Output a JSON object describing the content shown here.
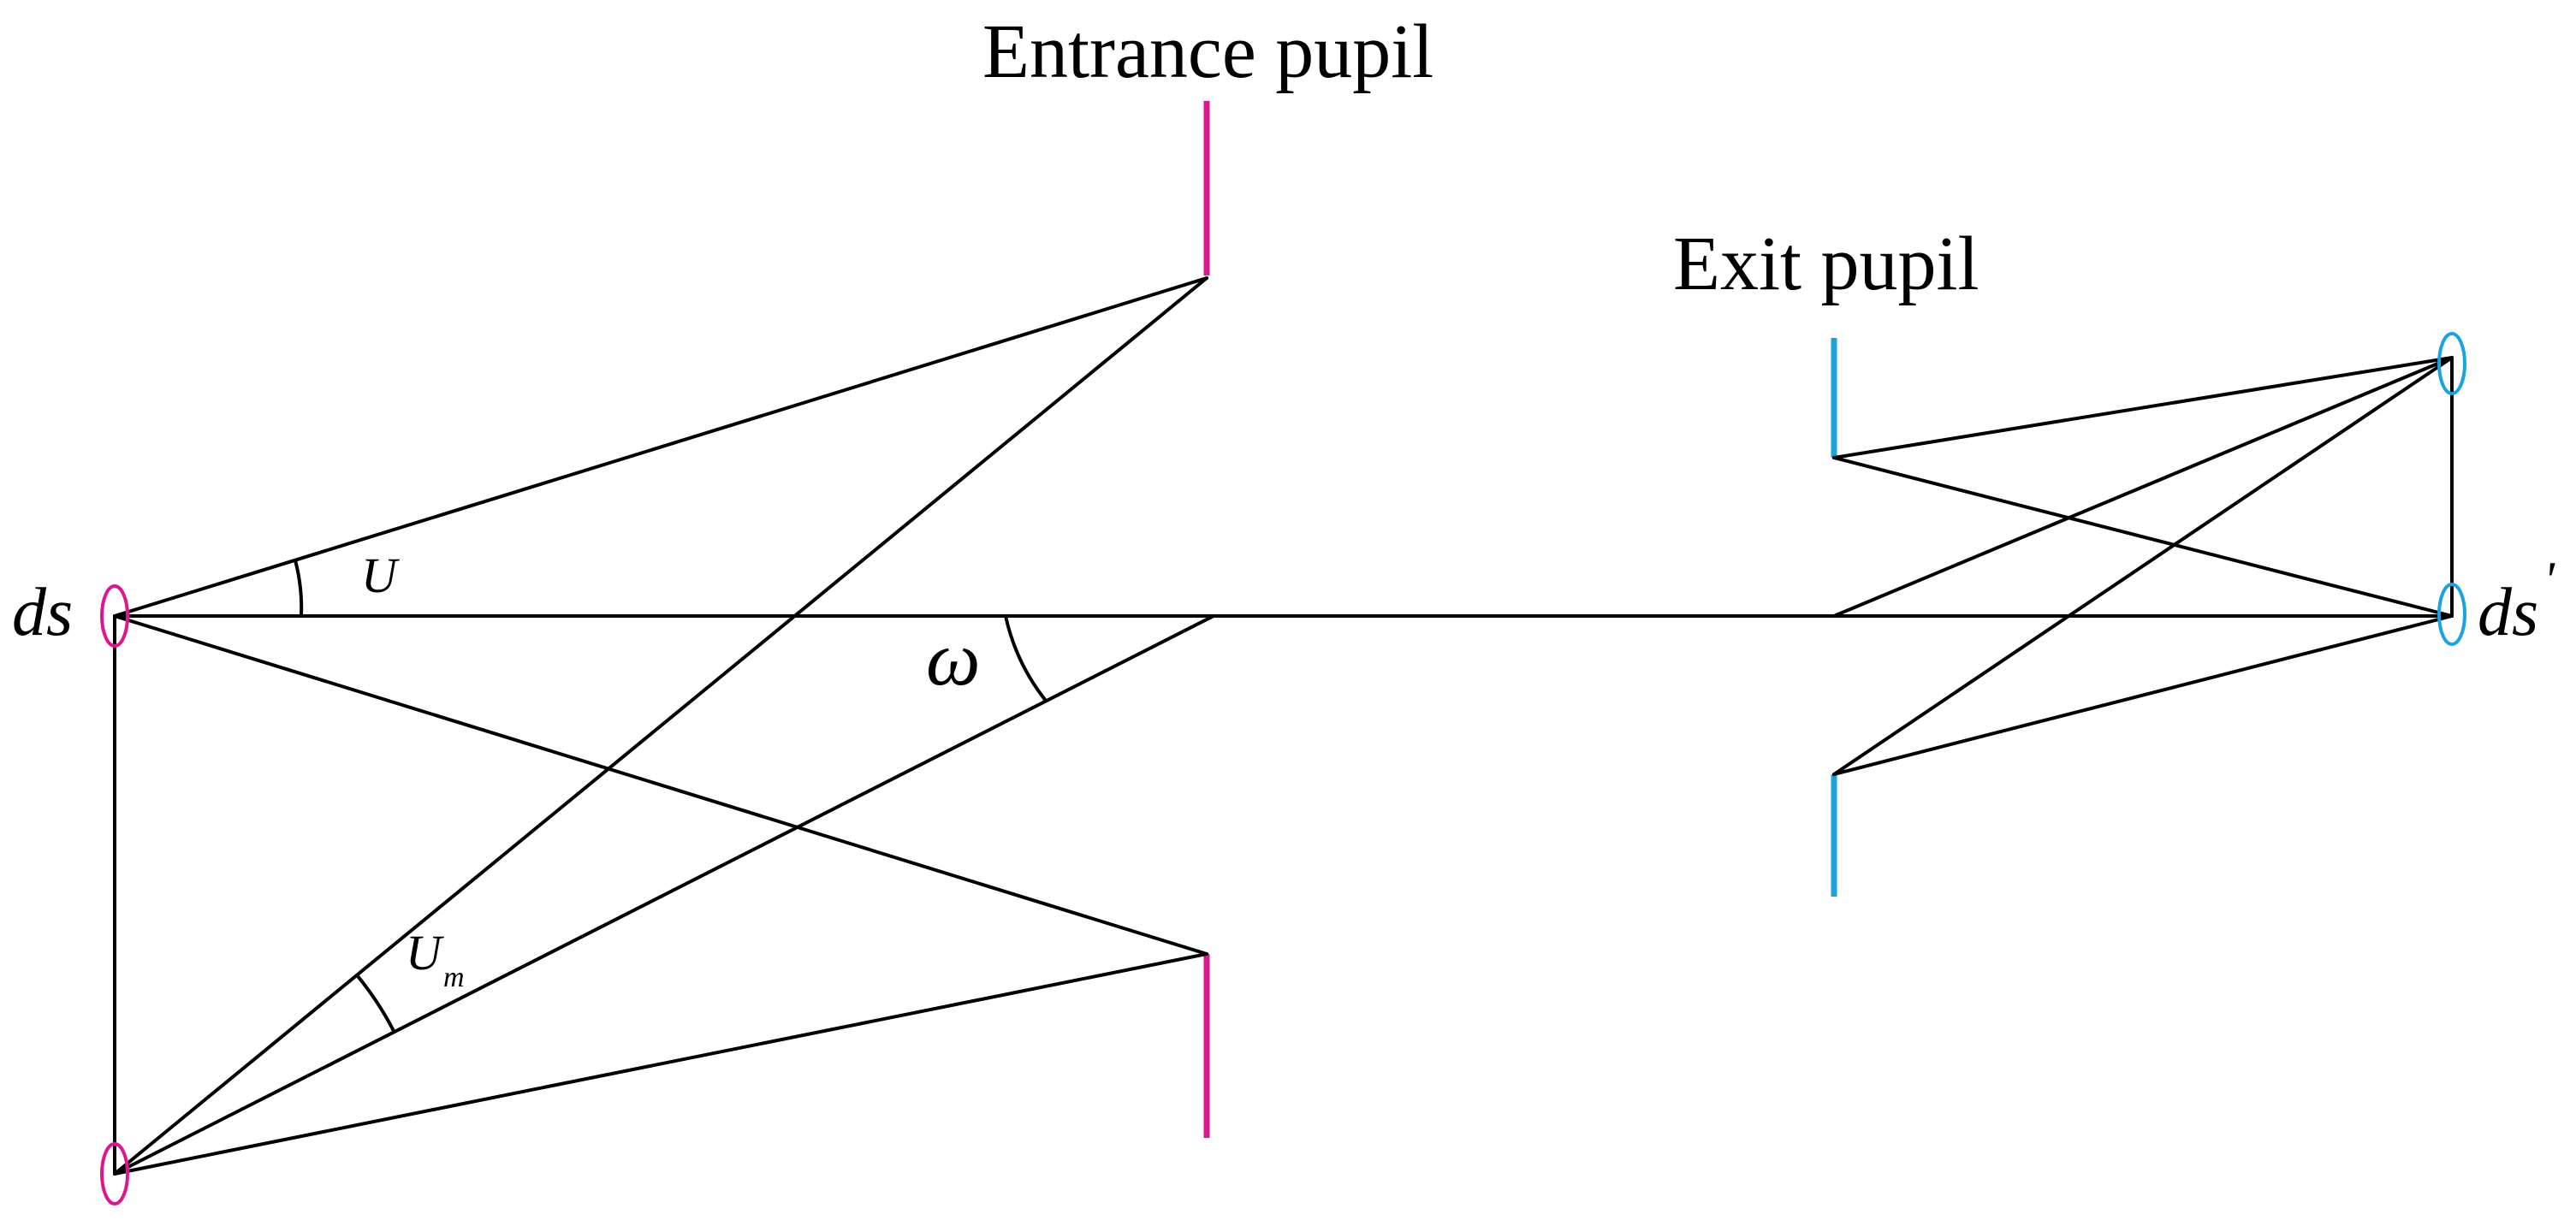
{
  "labels": {
    "entrance_pupil": "Entrance pupil",
    "exit_pupil": "Exit pupil",
    "object": "ds",
    "image": "ds",
    "image_prime": "'",
    "angle_u": "U",
    "angle_um": "U",
    "angle_um_sub": "m",
    "angle_omega": "ω"
  },
  "colors": {
    "entrance_pupil": "#e0168f",
    "exit_pupil": "#1aa3e0",
    "rays": "#000000",
    "background": "#ffffff"
  }
}
